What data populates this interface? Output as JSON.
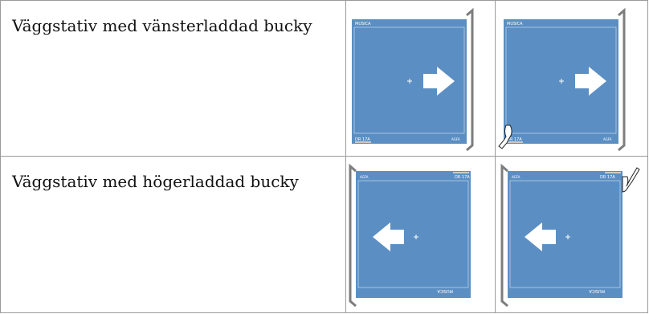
{
  "rows": [
    {
      "label": "Väggstativ med vänsterladdad bucky",
      "figure_left": {
        "brand_top": "MUSICA",
        "model_bottom": "DR 17A",
        "logo_bottom": "AGFA",
        "arrow": "right",
        "handle": false
      },
      "figure_right": {
        "brand_top": "MUSICA",
        "model_bottom": "DR 17A",
        "logo_bottom": "AGFA",
        "arrow": "right",
        "handle": true
      }
    },
    {
      "label": "Väggstativ med högerladdad bucky",
      "figure_left": {
        "brand_top": "AGFA",
        "model_top": "DR 17A",
        "logo_bottom": "MUSICA",
        "arrow": "left",
        "handle": false
      },
      "figure_right": {
        "brand_top": "AGFA",
        "model_top": "DR 17A",
        "logo_bottom": "MUSICA",
        "arrow": "left",
        "handle": true
      }
    }
  ],
  "colors": {
    "panel_blue": "#5b8fc4",
    "bracket_gray": "#7d7d7d",
    "border_gray": "#9a9a9a"
  }
}
